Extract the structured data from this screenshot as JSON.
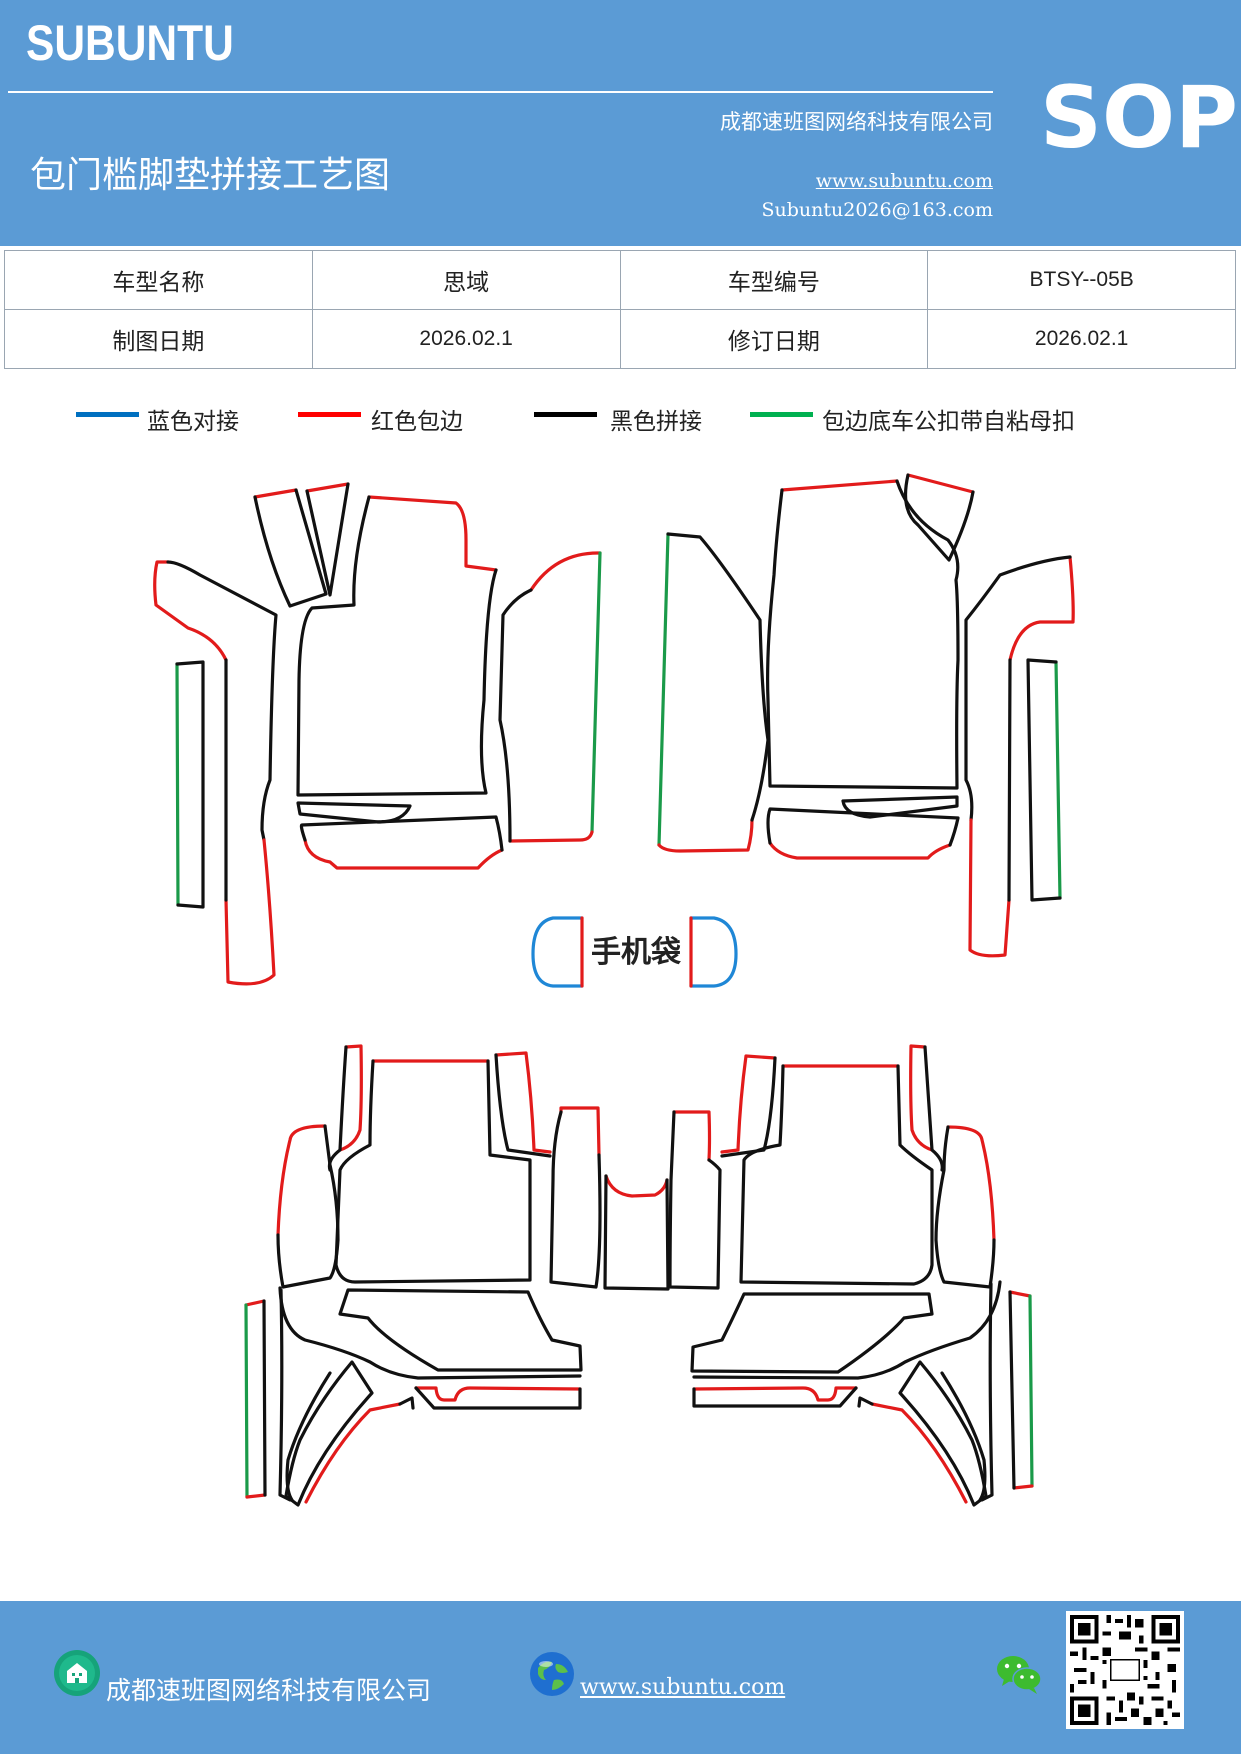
{
  "header": {
    "brand": "SUBUNTU",
    "sop": "SOP",
    "title": "包门槛脚垫拼接工艺图",
    "company": "成都速班图网络科技有限公司",
    "website": "www.subuntu.com",
    "email": "Subuntu2026@163.com"
  },
  "info_table": {
    "rows": [
      {
        "label1": "车型名称",
        "value1": "思域",
        "label2": "车型编号",
        "value2": "BTSY--05B"
      },
      {
        "label1": "制图日期",
        "value1": "2026.02.1",
        "label2": "修订日期",
        "value2": "2026.02.1"
      }
    ]
  },
  "legend": [
    {
      "label": "蓝色对接",
      "color": "#0070c0"
    },
    {
      "label": "红色包边",
      "color": "#ff0000"
    },
    {
      "label": "黑色拼接",
      "color": "#000000"
    },
    {
      "label": "包边底车公扣带自粘母扣",
      "color": "#00b050"
    }
  ],
  "diagram": {
    "phone_pocket_label": "手机袋"
  },
  "footer": {
    "company": "成都速班图网络科技有限公司",
    "website": "www.subuntu.com",
    "icons": [
      "building-icon",
      "globe-icon",
      "wechat-icon",
      "qr-code"
    ]
  }
}
